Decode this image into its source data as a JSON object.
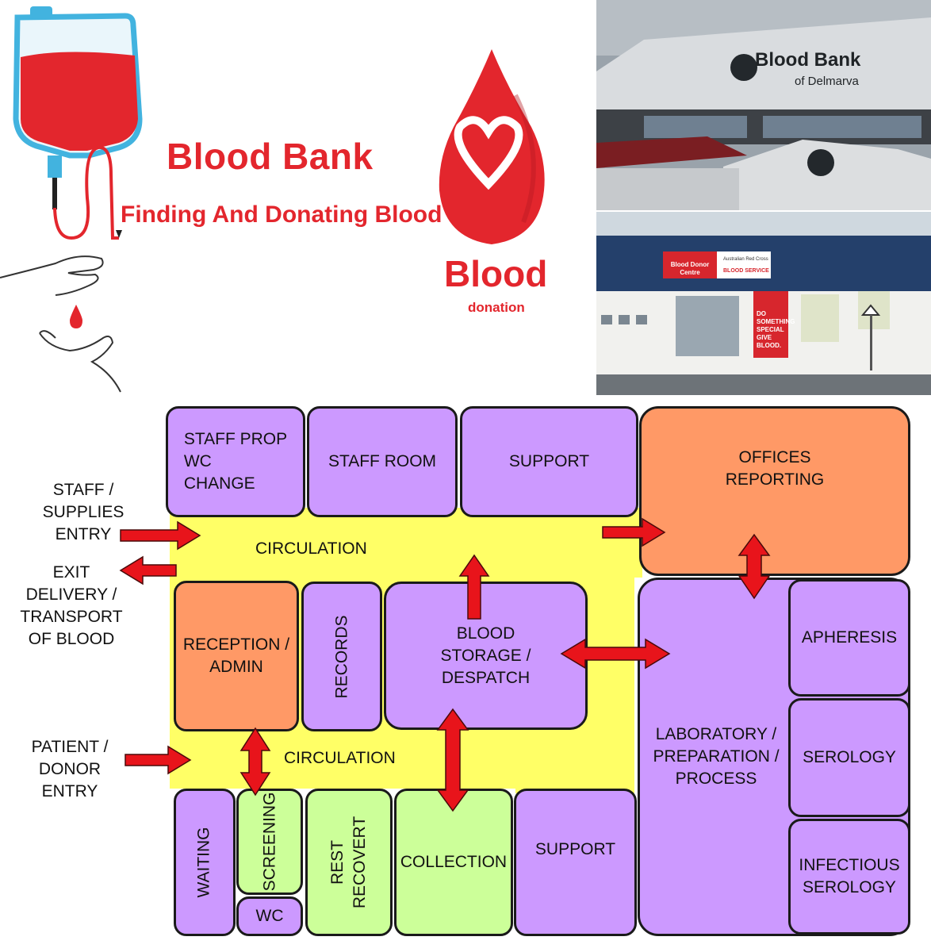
{
  "banner": {
    "title": "Blood Bank",
    "subtitle": "Finding And Donating Blood",
    "drop_word": "Blood",
    "drop_sub": "donation"
  },
  "photos": {
    "top_sign_title": "Blood Bank",
    "top_sign_sub": "of Delmarva",
    "bottom_sign_left": "Blood Donor Centre",
    "bottom_sign_org": "Australian Red Cross",
    "bottom_sign_service": "BLOOD SERVICE",
    "bottom_window": "DO\nSOMETHING\nSPECIAL\nGIVE BLOOD."
  },
  "plan": {
    "rooms": {
      "staff_prop": "STAFF PROP\nWC\nCHANGE",
      "staff_room": "STAFF ROOM",
      "support_top": "SUPPORT",
      "offices": "OFFICES\nREPORTING",
      "reception": "RECEPTION /\nADMIN",
      "records": "RECORDS",
      "blood_storage": "BLOOD\nSTORAGE /\nDESPATCH",
      "laboratory": "LABORATORY /\nPREPARATION /\nPROCESS",
      "apheresis": "APHERESIS",
      "serology": "SEROLOGY",
      "infectious": "INFECTIOUS\nSEROLOGY",
      "waiting": "WAITING",
      "screening": "SCREENING",
      "wc": "WC",
      "rest": "REST\nRECOVERT",
      "collection": "COLLECTION",
      "support_bottom": "SUPPORT"
    },
    "circulation_top": "CIRCULATION",
    "circulation_bottom": "CIRCULATION",
    "labels": {
      "staff_entry": "STAFF /\nSUPPLIES\nENTRY",
      "exit": "EXIT\nDELIVERY /\nTRANSPORT\nOF BLOOD",
      "patient_entry": "PATIENT /\nDONOR\nENTRY"
    },
    "colors": {
      "circulation": "#ffff66",
      "support_rooms": "#cc99ff",
      "admin_rooms": "#ff9966",
      "donor_rooms": "#ccff99",
      "arrows": "#e8141b"
    }
  }
}
